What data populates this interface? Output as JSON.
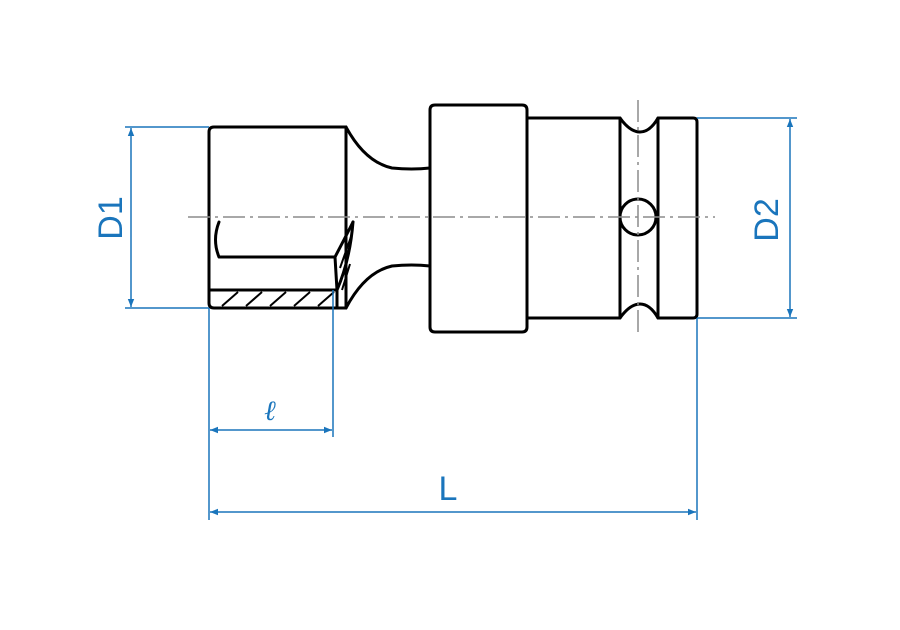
{
  "labels": {
    "d1": "D1",
    "d2": "D2",
    "l_small": "ℓ",
    "l_total": "L"
  },
  "colors": {
    "dimension": "#1a75bc",
    "outline": "#000000",
    "centerline": "#8c8c8c"
  }
}
